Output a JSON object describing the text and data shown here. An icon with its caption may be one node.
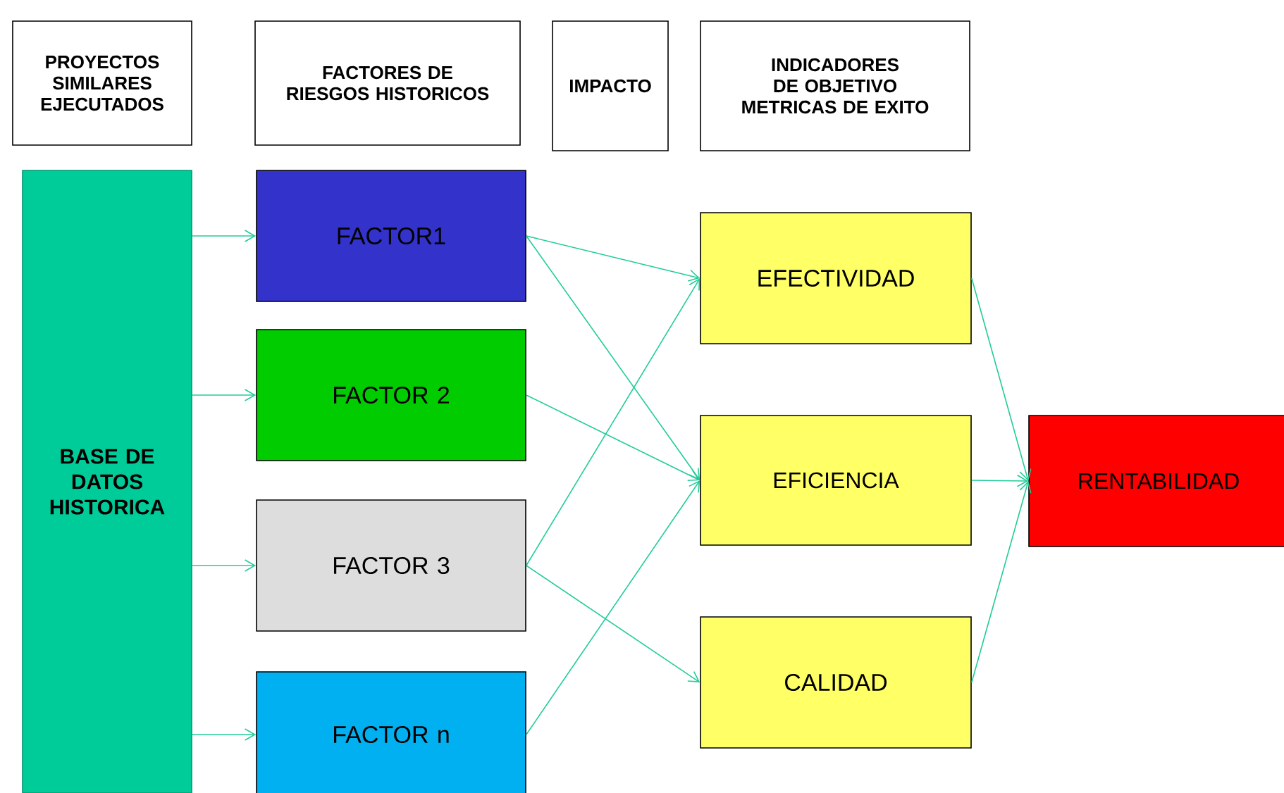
{
  "diagram": {
    "nodes": [
      {
        "text": [
          "PROYECTOS SIMILARES EJECUTADOS"
        ]
      },
      {
        "text": [
          "FACTORES DE RIESGOS HISTORICOS"
        ]
      },
      {
        "text": [
          "IMPACTO"
        ]
      },
      {
        "text": [
          "INDICADORES DE OBJETIVO METRICAS DE EXITO"
        ]
      },
      {
        "text": [
          "BASE DE DATOS HISTORICA"
        ]
      },
      {
        "text": [
          "FACTOR1"
        ]
      },
      {
        "text": [
          "FACTOR 2"
        ]
      },
      {
        "text": [
          "FACTOR 3"
        ]
      },
      {
        "text": [
          "FACTOR n"
        ]
      },
      {
        "text": [
          "EFECTIVIDAD"
        ]
      },
      {
        "text": [
          "EFICIENCIA"
        ]
      },
      {
        "text": [
          "CALIDAD"
        ]
      },
      {
        "text": [
          "RENTABILIDAD"
        ]
      }
    ],
    "edges": [
      {
        "from": 4,
        "to": 5,
        "arrow": "to"
      },
      {
        "from": 4,
        "to": 6,
        "arrow": "to"
      },
      {
        "from": 4,
        "to": 7,
        "arrow": "to"
      },
      {
        "from": 4,
        "to": 8,
        "arrow": "to"
      },
      {
        "from": 5,
        "to": 9,
        "arrow": "to"
      },
      {
        "from": 5,
        "to": 10,
        "arrow": "to"
      },
      {
        "from": 6,
        "to": 10,
        "arrow": "to"
      },
      {
        "from": 7,
        "to": 9,
        "arrow": "to"
      },
      {
        "from": 7,
        "to": 11,
        "arrow": "to"
      },
      {
        "from": 8,
        "to": 10,
        "arrow": "to"
      },
      {
        "from": 9,
        "to": 12,
        "arrow": "to"
      },
      {
        "from": 10,
        "to": 12,
        "arrow": "to"
      },
      {
        "from": 11,
        "to": 12,
        "arrow": "to"
      }
    ]
  }
}
